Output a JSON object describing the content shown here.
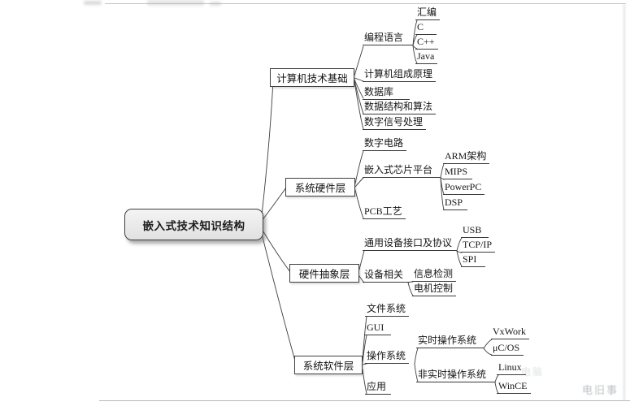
{
  "tree": {
    "label": "嵌入式技术知识结构",
    "children": [
      {
        "label": "计算机技术基础",
        "children": [
          {
            "label": "编程语言",
            "children": [
              {
                "label": "汇编"
              },
              {
                "label": "C"
              },
              {
                "label": "C++"
              },
              {
                "label": "Java"
              }
            ]
          },
          {
            "label": "计算机组成原理"
          },
          {
            "label": "数据库"
          },
          {
            "label": "数据结构和算法"
          },
          {
            "label": "数字信号处理"
          }
        ]
      },
      {
        "label": "系统硬件层",
        "children": [
          {
            "label": "数字电路"
          },
          {
            "label": "嵌入式芯片平台",
            "children": [
              {
                "label": "ARM架构"
              },
              {
                "label": "MIPS"
              },
              {
                "label": "PowerPC"
              },
              {
                "label": "DSP"
              }
            ]
          },
          {
            "label": "PCB工艺"
          }
        ]
      },
      {
        "label": "硬件抽象层",
        "children": [
          {
            "label": "通用设备接口及协议",
            "children": [
              {
                "label": "USB"
              },
              {
                "label": "TCP/IP"
              },
              {
                "label": "SPI"
              }
            ]
          },
          {
            "label": "设备相关",
            "children": [
              {
                "label": "信息检测"
              },
              {
                "label": "电机控制"
              }
            ]
          }
        ]
      },
      {
        "label": "系统软件层",
        "children": [
          {
            "label": "文件系统"
          },
          {
            "label": "GUI"
          },
          {
            "label": "操作系统",
            "children": [
              {
                "label": "实时操作系统",
                "children": [
                  {
                    "label": "VxWork"
                  },
                  {
                    "label": "μC/OS"
                  }
                ]
              },
              {
                "label": "非实时操作系统",
                "children": [
                  {
                    "label": "Linux"
                  },
                  {
                    "label": "WinCE"
                  }
                ]
              }
            ]
          },
          {
            "label": "应用"
          }
        ]
      }
    ]
  },
  "watermark": {
    "large": "电旧事",
    "small": "电脑"
  }
}
